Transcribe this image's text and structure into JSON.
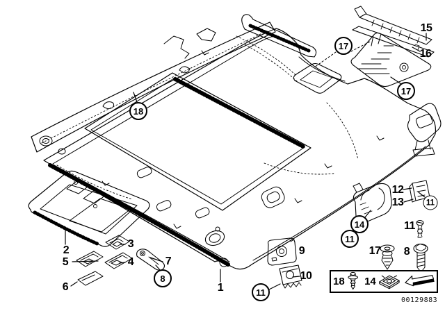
{
  "diagram": {
    "watermark": "00129883",
    "colors": {
      "line": "#000000",
      "background": "#ffffff"
    },
    "callouts": {
      "circled": [
        {
          "label": "18"
        },
        {
          "label": "17"
        },
        {
          "label": "17"
        },
        {
          "label": "8"
        },
        {
          "label": "11"
        },
        {
          "label": "14"
        },
        {
          "label": "11"
        },
        {
          "label": "11"
        }
      ],
      "plain": [
        {
          "label": "1"
        },
        {
          "label": "2"
        },
        {
          "label": "3"
        },
        {
          "label": "4"
        },
        {
          "label": "5"
        },
        {
          "label": "6"
        },
        {
          "label": "7"
        },
        {
          "label": "8"
        },
        {
          "label": "9"
        },
        {
          "label": "10"
        },
        {
          "label": "11"
        },
        {
          "label": "12"
        },
        {
          "label": "13"
        },
        {
          "label": "15"
        },
        {
          "label": "16"
        },
        {
          "label": "17"
        }
      ]
    },
    "legend": {
      "items": [
        {
          "label": "18",
          "icon": "expansion-rivet-icon"
        },
        {
          "label": "14",
          "icon": "speed-nut-clip-icon"
        },
        {
          "label": "",
          "icon": "direction-arrow-icon"
        }
      ]
    }
  }
}
